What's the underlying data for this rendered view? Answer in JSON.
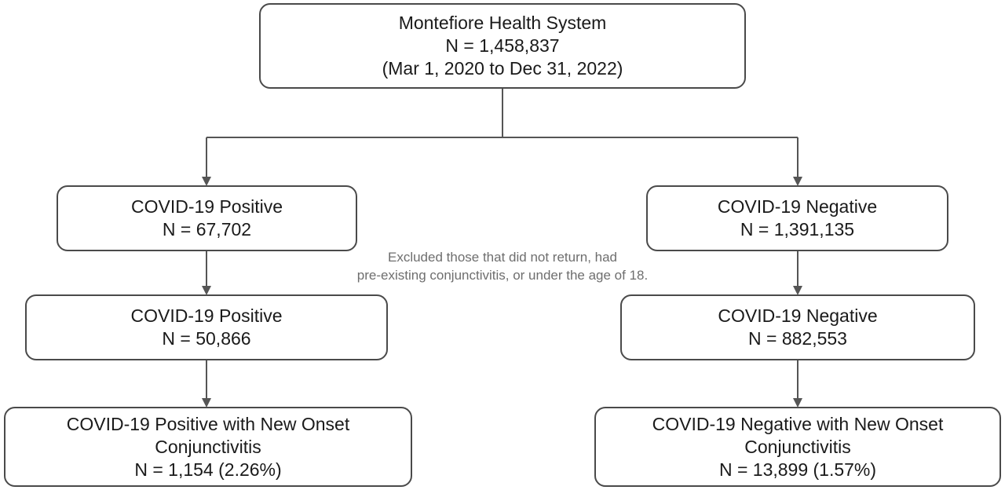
{
  "boxes": {
    "root": {
      "line1": "Montefiore Health System",
      "line2": "N = 1,458,837",
      "line3": "(Mar 1, 2020 to Dec 31, 2022)"
    },
    "pos1": {
      "line1": "COVID-19 Positive",
      "line2": "N = 67,702"
    },
    "neg1": {
      "line1": "COVID-19 Negative",
      "line2": "N = 1,391,135"
    },
    "pos2": {
      "line1": "COVID-19 Positive",
      "line2": "N = 50,866"
    },
    "neg2": {
      "line1": "COVID-19 Negative",
      "line2": "N = 882,553"
    },
    "pos3": {
      "line1": "COVID-19 Positive with New Onset",
      "line2": "Conjunctivitis",
      "line3": "N = 1,154 (2.26%)"
    },
    "neg3": {
      "line1": "COVID-19 Negative with New Onset",
      "line2": "Conjunctivitis",
      "line3": "N = 13,899 (1.57%)"
    }
  },
  "exclusion_note": {
    "line1": "Excluded those that did not return, had",
    "line2": "pre-existing conjunctivitis, or under the age of 18."
  },
  "colors": {
    "border": "#4a4a4a",
    "arrow": "#555555",
    "note": "#6e6e6e"
  }
}
